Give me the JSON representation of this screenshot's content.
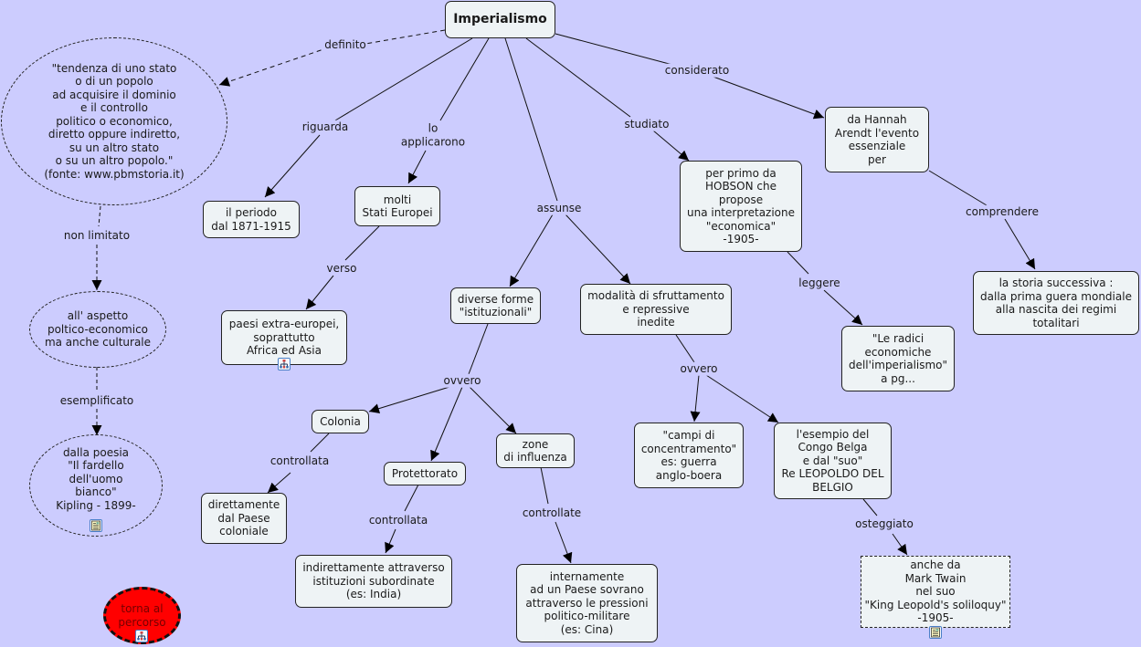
{
  "colors": {
    "background": "#ccccfe",
    "node_fill": "#eef3f5",
    "node_border": "#222222",
    "return_node_fill": "#ff0000",
    "return_node_text": "#770000"
  },
  "nodes": {
    "root": "Imperialismo",
    "definition": "\"tendenza di uno stato\no di un popolo\nad acquisire il dominio\ne il controllo\npolitico o economico,\ndiretto oppure indiretto,\nsu un altro stato\no su un altro popolo.\"\n(fonte: www.pbmstoria.it)",
    "cultural_aspect": "all' aspetto\npoltico-economico\nma anche culturale",
    "kipling": "dalla poesia\n\"Il fardello\ndell'uomo\nbianco\"\nKipling - 1899-",
    "return": "torna al\npercorso",
    "period": "il periodo\ndal 1871-1915",
    "european_states": "molti\nStati Europei",
    "extra_european": "paesi extra-europei,\nsoprattutto\nAfrica ed Asia",
    "institutional_forms": "diverse forme\n\"istituzionali\"",
    "exploitation": "modalità di sfruttamento\ne repressive\ninedite",
    "colonia": "Colonia",
    "protettorato": "Protettorato",
    "zone": "zone\ndi influenza",
    "direct": "direttamente\ndal Paese\ncoloniale",
    "indirect": "indirettamente attraverso\nistituzioni subordinate\n(es: India)",
    "internal": "internamente\nad un Paese sovrano\nattraverso le pressioni\npolitico-militare\n(es: Cina)",
    "camps": "\"campi di\nconcentramento\"\nes: guerra\nanglo-boera",
    "congo": "l'esempio del\nCongo Belga\ne dal \"suo\"\nRe LEOPOLDO DEL\nBELGIO",
    "twain": "anche da\nMark Twain\nnel suo\n\"King Leopold's soliloquy\"\n-1905-",
    "hobson": "per primo da\nHOBSON che\npropose\nuna interpretazione\n\"economica\"\n-1905-",
    "radici": "\"Le radici\neconomiche\ndell'imperialismo\"\na pg...",
    "arendt": "da Hannah\nArendt l'evento\nessenziale\nper",
    "history": "la storia successiva :\ndalla prima guera mondiale\nalla nascita dei regimi\ntotalitari"
  },
  "links": {
    "definito": "definito",
    "non_limitato": "non limitato",
    "esemplificato": "esemplificato",
    "riguarda": "riguarda",
    "lo_applicarono": "lo\napplicarono",
    "verso": "verso",
    "assunse": "assunse",
    "studiato": "studiato",
    "considerato": "considerato",
    "leggere": "leggere",
    "comprendere": "comprendere",
    "ovvero_forms": "ovvero",
    "ovvero_modes": "ovvero",
    "controllata_colonia": "controllata",
    "controllata_protettorato": "controllata",
    "controllate": "controllate",
    "osteggiato": "osteggiato"
  },
  "icons": {
    "extra_european": "submap-icon",
    "kipling": "document-icon",
    "return": "submap-icon",
    "twain": "document-icon"
  }
}
